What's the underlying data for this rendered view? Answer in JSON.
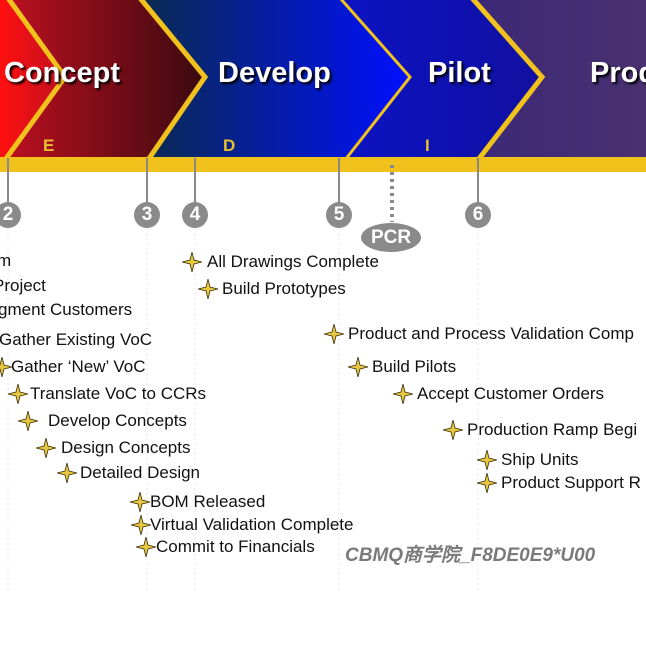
{
  "phases": [
    {
      "label": "Concept"
    },
    {
      "label": "Develop"
    },
    {
      "label": "Pilot"
    },
    {
      "label": "Prod"
    }
  ],
  "gates": [
    "E",
    "D",
    "I"
  ],
  "milestones": [
    "2",
    "3",
    "4",
    "5",
    "6"
  ],
  "pcr": "PCR",
  "watermark": "CBMQ商学院_F8DE0E9*U00",
  "colors": {
    "band": "#f2c21c",
    "star": "#e8c840",
    "milestone": "#8a8a8a"
  },
  "items": [
    "m",
    "Project",
    "gment Customers",
    "Gather Existing VoC",
    "Gather ‘New’ VoC",
    "Translate VoC to CCRs",
    "Develop Concepts",
    "Design Concepts",
    "Detailed Design",
    "BOM Released",
    "Virtual Validation Complete",
    "Commit to Financials",
    "All Drawings Complete",
    "Build Prototypes",
    "Product and Process Validation Comp",
    "Build Pilots",
    "Accept Customer Orders",
    "Production Ramp Begi",
    "Ship Units",
    "Product Support R"
  ]
}
